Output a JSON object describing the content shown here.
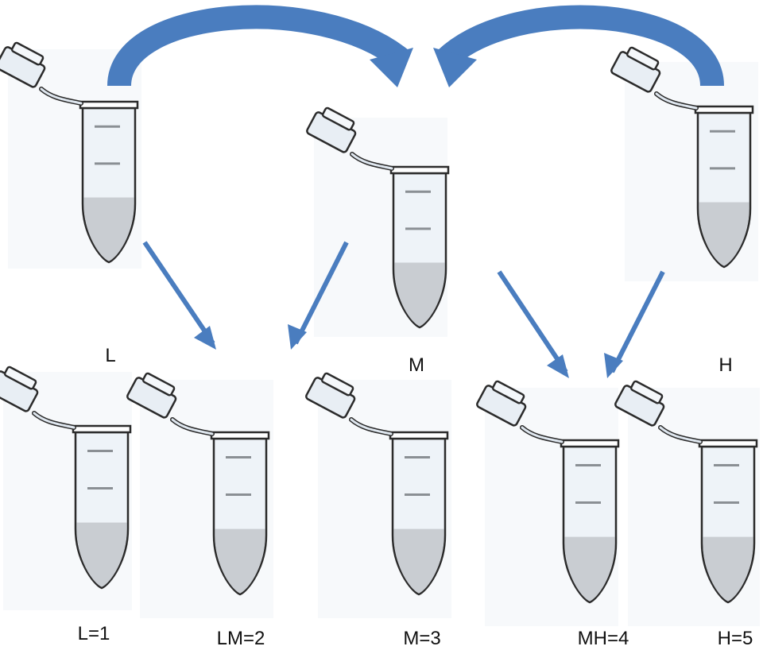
{
  "colors": {
    "arrow": "#4a7dbf",
    "arrow_dark": "#2f5e9c",
    "tube_body": "#eef3f8",
    "tube_outline": "#2b2b2b",
    "liquid": "#c9cdd2",
    "graduation": "#8a8f94",
    "tile_bg": "#f7f9fb"
  },
  "diagram": {
    "top_tubes": [
      {
        "label": "L"
      },
      {
        "label": "M"
      },
      {
        "label": "H"
      }
    ],
    "bottom_tubes": [
      {
        "label": "L=1"
      },
      {
        "label": "LM=2"
      },
      {
        "label": "M=3"
      },
      {
        "label": "MH=4"
      },
      {
        "label": "H=5"
      }
    ],
    "icons": [
      "microcentrifuge-tube-icon",
      "curved-arrow-icon",
      "straight-arrow-icon"
    ]
  }
}
